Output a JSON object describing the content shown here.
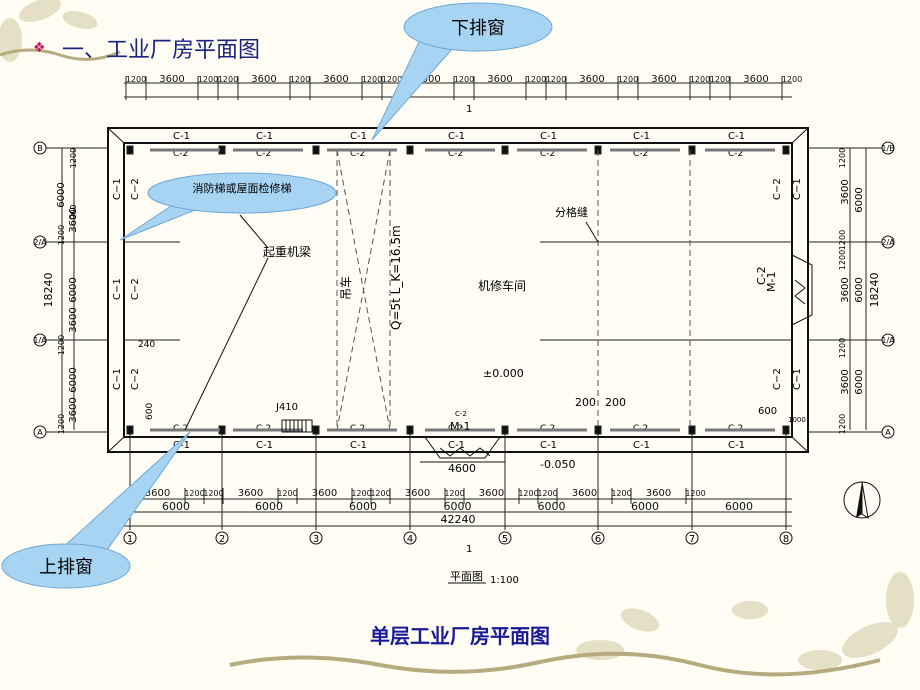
{
  "heading": "一、工业厂房平面图",
  "caption": "单层工业厂房平面图",
  "callouts": {
    "lower_window": "下排窗",
    "upper_window": "上排窗",
    "fire_ladder": "消防梯或屋面检修梯"
  },
  "plan": {
    "top_dims": [
      "1200",
      "3600",
      "1200",
      "1200",
      "3600",
      "1200",
      "3600",
      "1200",
      "1200",
      "3600",
      "1200",
      "3600",
      "1200",
      "1200",
      "3600",
      "1200",
      "3600",
      "1200",
      "1200",
      "3600",
      "1200"
    ],
    "bottom_dims_row1": [
      "3600",
      "1200",
      "1200",
      "3600",
      "1200",
      "3600",
      "1200",
      "1200",
      "3600",
      "1200",
      "3600",
      "1200",
      "1200",
      "3600",
      "1200",
      "3600",
      "1200"
    ],
    "bottom_dims_row2": [
      "6000",
      "6000",
      "6000",
      "6000",
      "6000",
      "6000",
      "6000"
    ],
    "total_length": "42240",
    "axis_numbers": [
      "1",
      "2",
      "3",
      "4",
      "5",
      "6",
      "7",
      "8"
    ],
    "left_axes": [
      "B",
      "2/A",
      "1/A",
      "A"
    ],
    "right_axes": [
      "1/B",
      "2/A",
      "1/A",
      "A"
    ],
    "window_top": [
      "C-1",
      "C-1",
      "C-1",
      "C-1",
      "C-1",
      "C-1",
      "C-1"
    ],
    "window_top_lower": [
      "C-2",
      "C-2",
      "C-2",
      "C-2",
      "C-2",
      "C-2",
      "C-2"
    ],
    "window_bottom": [
      "C-1",
      "C-1",
      "C-1",
      "C-1",
      "C-1",
      "C-1",
      "C-1"
    ],
    "window_bottom_lower": [
      "C-2",
      "C-2",
      "C-2",
      "C-2",
      "C-2",
      "C-2",
      "C-2"
    ],
    "left_dims": [
      "1200",
      "6000",
      "3600",
      "900",
      "1200",
      "6000",
      "3600",
      "1200",
      "6000",
      "3600",
      "1200"
    ],
    "left_total": "18240",
    "right_dims": [
      "1200",
      "3600",
      "6000",
      "1200",
      "1200",
      "3600",
      "6000",
      "1200",
      "3600",
      "6000",
      "1200"
    ],
    "right_total": "18240",
    "labels": {
      "crane_beam": "起重机梁",
      "crane": "吊车",
      "crane_spec": "Q=5t  L_K=16.5m",
      "workshop": "机修车间",
      "elevation": "±0.000",
      "joint": "分格缝",
      "j410": "J410",
      "door": "M-1",
      "door_c2": "C-2",
      "door_width": "4600",
      "exterior_elev": "-0.050",
      "dim_240": "240",
      "dim_600": "600",
      "dim_200a": "200",
      "dim_200b": "200",
      "dim_1000": "1000",
      "section_mark": "1",
      "plan_title": "平面图",
      "scale": "1:100",
      "right_door": "M-1",
      "right_door_c2": "C-2"
    }
  }
}
